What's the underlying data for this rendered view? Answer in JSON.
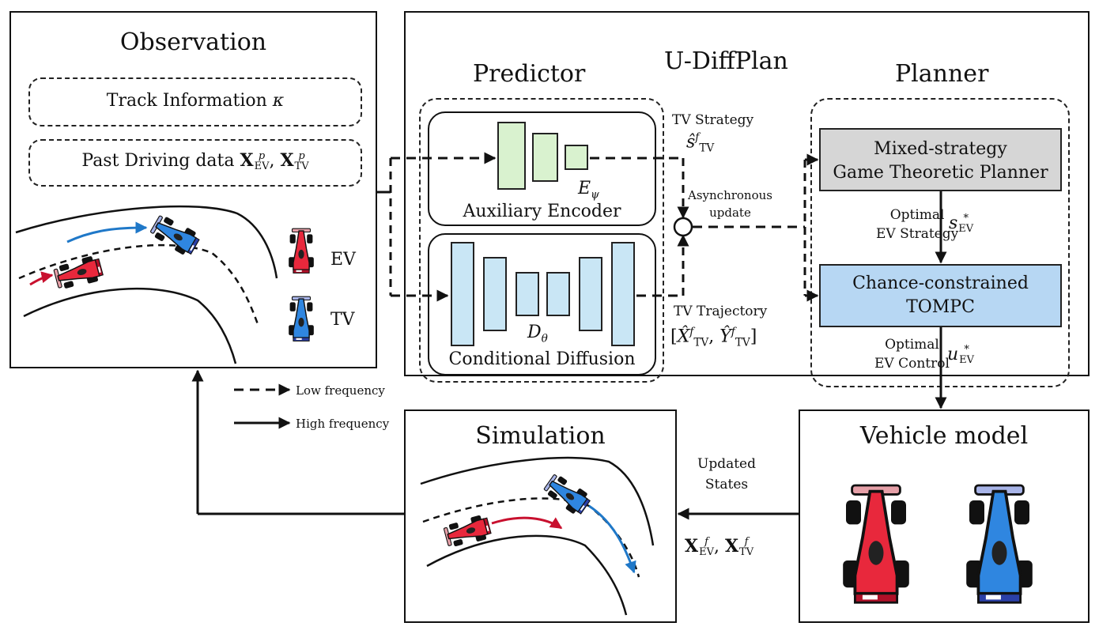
{
  "observation": {
    "title": "Observation",
    "track_info_label": "Track Information",
    "track_info_symbol": "κ",
    "past_data_label": "Past Driving data",
    "X": "X",
    "sup_p": "p",
    "sub_ev": "EV",
    "sub_tv": "TV",
    "comma": ",",
    "ev_label": "EV",
    "tv_label": "TV"
  },
  "framework": {
    "title": "U-DiffPlan"
  },
  "predictor": {
    "title": "Predictor",
    "encoder_symbol": "E",
    "encoder_sub": "ψ",
    "encoder_label": "Auxiliary Encoder",
    "diffusion_symbol": "D",
    "diffusion_sub": "θ",
    "diffusion_label": "Conditional Diffusion"
  },
  "middle": {
    "tv_strategy_label": "TV Strategy",
    "tv_strategy_symbol": "ŝ",
    "tv_strategy_sup": "f",
    "tv_sub": "TV",
    "async_line1": "Asynchronous",
    "async_line2": "update",
    "tv_traj_label": "TV Trajectory",
    "traj_X": "X̂",
    "traj_Y": "Ŷ",
    "traj_sup": "f",
    "lbracket": "[",
    "rbracket": "]",
    "comma": ","
  },
  "planner": {
    "title": "Planner",
    "game_line1": "Mixed-strategy",
    "game_line2": "Game Theoretic Planner",
    "opt_strategy_line1": "Optimal",
    "opt_strategy_line2": "EV Strategy",
    "s_symbol": "s",
    "star": "*",
    "sub_ev": "EV",
    "tompc_line1": "Chance-constrained",
    "tompc_line2": "TOMPC",
    "opt_control_line1": "Optimal",
    "opt_control_line2": "EV Control",
    "u_symbol": "u"
  },
  "legend": {
    "low_freq": "Low frequency",
    "high_freq": "High frequency"
  },
  "simulation": {
    "title": "Simulation"
  },
  "updated_states": {
    "line1": "Updated",
    "line2": "States",
    "X": "X",
    "sup_f": "f",
    "sub_ev": "EV",
    "sub_tv": "TV",
    "comma": ","
  },
  "vehicle_model": {
    "title": "Vehicle model"
  },
  "colors": {
    "ev_red": "#e8283c",
    "tv_blue": "#2f86e0",
    "tv_dark_blue": "#3a56c8",
    "encoder_green": "#d9f2cf",
    "diffusion_blue": "#c9e6f5",
    "game_gray": "#d6d6d6",
    "tompc_blue": "#b7d7f3",
    "arrow_red": "#c8102e",
    "arrow_blue": "#1f78c8"
  },
  "icons": [
    "ev-car-icon",
    "tv-car-icon",
    "track-icon",
    "summing-junction-icon"
  ]
}
